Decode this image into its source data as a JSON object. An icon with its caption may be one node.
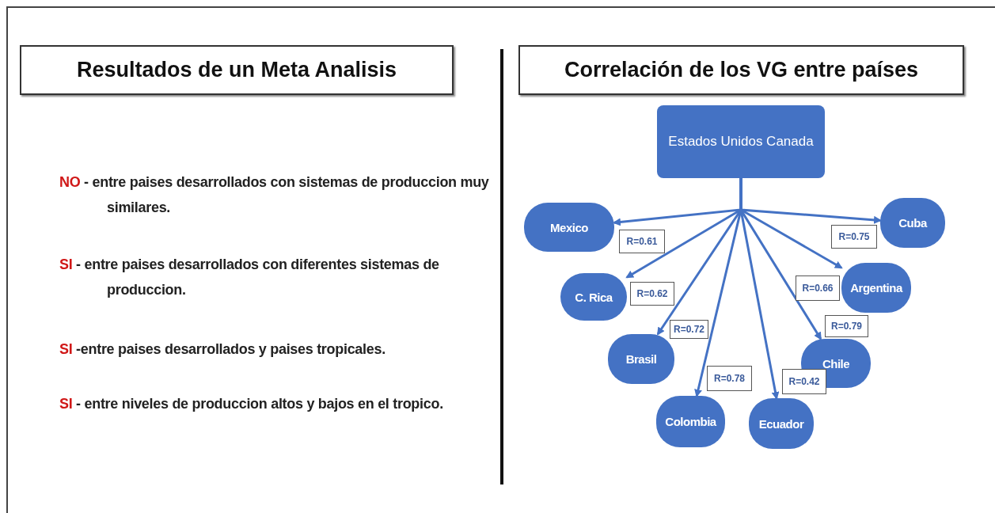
{
  "diagram": {
    "nodes": [
      {
        "text": [
          "Resultados de un Meta Analisis"
        ]
      },
      {
        "text": [
          "Correlación de los VG entre países"
        ]
      },
      {
        "text": [
          "Estados Unidos Canada"
        ]
      },
      {
        "text": [
          "Mexico"
        ]
      },
      {
        "text": [
          "Cuba"
        ]
      },
      {
        "text": [
          "C. Rica"
        ]
      },
      {
        "text": [
          "Argentina"
        ]
      },
      {
        "text": [
          "Brasil"
        ]
      },
      {
        "text": [
          "Chile"
        ]
      },
      {
        "text": [
          "Colombia"
        ]
      },
      {
        "text": [
          "Ecuador"
        ]
      }
    ],
    "edges": [
      {
        "from": 2,
        "to": 3,
        "arrow": "to",
        "label": "R=0.61"
      },
      {
        "from": 2,
        "to": 4,
        "arrow": "to",
        "label": "R=0.75"
      },
      {
        "from": 2,
        "to": 5,
        "arrow": "to",
        "label": "R=0.62"
      },
      {
        "from": 2,
        "to": 6,
        "arrow": "to",
        "label": "R=0.66"
      },
      {
        "from": 2,
        "to": 7,
        "arrow": "to",
        "label": "R=0.72"
      },
      {
        "from": 2,
        "to": 8,
        "arrow": "to",
        "label": "R=0.79"
      },
      {
        "from": 2,
        "to": 9,
        "arrow": "to",
        "label": "R=0.78"
      },
      {
        "from": 2,
        "to": 10,
        "arrow": "to",
        "label": "R=0.42"
      }
    ],
    "labels": [
      "NO - entre paises desarrollados con sistemas de produccion muy similares.",
      "SI - entre paises desarrollados con diferentes sistemas de produccion.",
      "SI -entre paises desarrollados y paises tropicales.",
      "SI - entre niveles de produccion altos y bajos en el tropico."
    ]
  }
}
